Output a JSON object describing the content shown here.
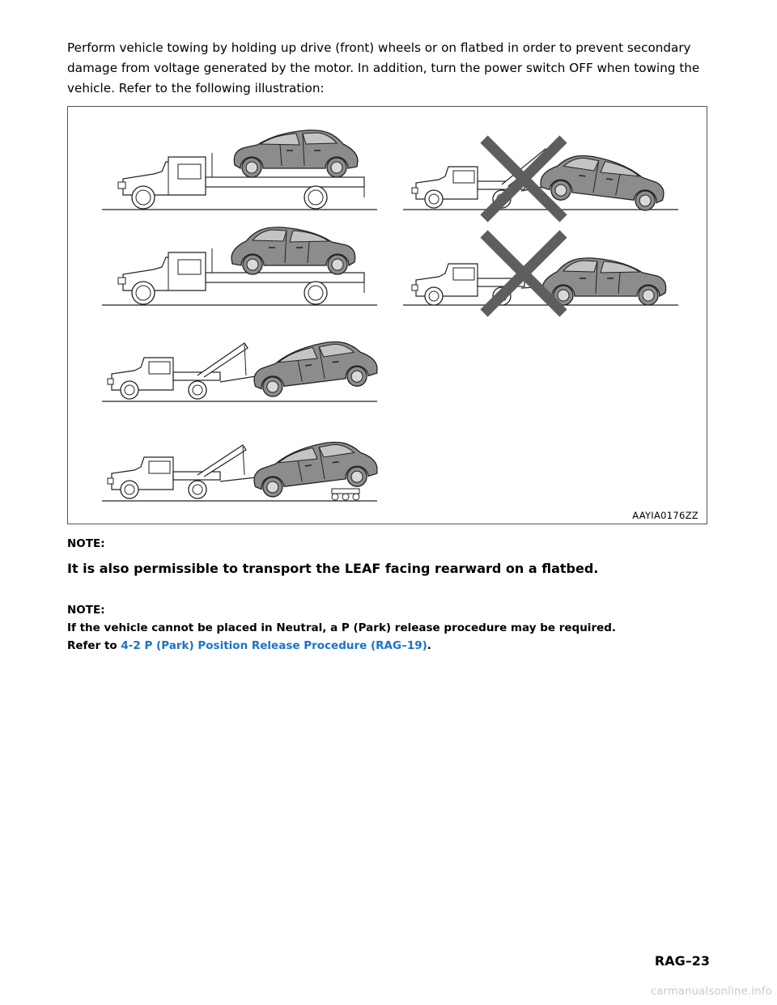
{
  "intro": {
    "line1": "Perform vehicle towing by holding up drive (front) wheels or on flatbed in order to prevent secondary",
    "line2": "damage from voltage generated by the motor. In addition, turn the power switch OFF when towing the",
    "line3": "vehicle. Refer to the following illustration:"
  },
  "figure": {
    "code": "AAYIA0176ZZ",
    "panels": [
      "flatbed-car-facing-forward",
      "flatbed-car-facing-rearward",
      "wheel-lift-front-wheels-up",
      "wheel-lift-with-dollies",
      "tow-rear-wheels-lifted-prohibited",
      "tow-all-wheels-on-ground-prohibited"
    ],
    "colors": {
      "car_body": "#8c8c8c",
      "cross_mark": "#5e5e5e",
      "line": "#222222"
    }
  },
  "note1": {
    "label": "NOTE:",
    "text": "It is also permissible to transport the LEAF facing rearward on a flatbed."
  },
  "note2": {
    "label": "NOTE:",
    "text": "If the vehicle cannot be placed in Neutral, a P (Park) release procedure may be required.",
    "refer_prefix": "Refer to ",
    "link_text": "4-2  P (Park) Position Release Procedure (RAG–19)",
    "suffix": ".",
    "link_color": "#1a73c9"
  },
  "footer": {
    "page_id": "RAG–23",
    "watermark": "carmanualsonline.info"
  }
}
